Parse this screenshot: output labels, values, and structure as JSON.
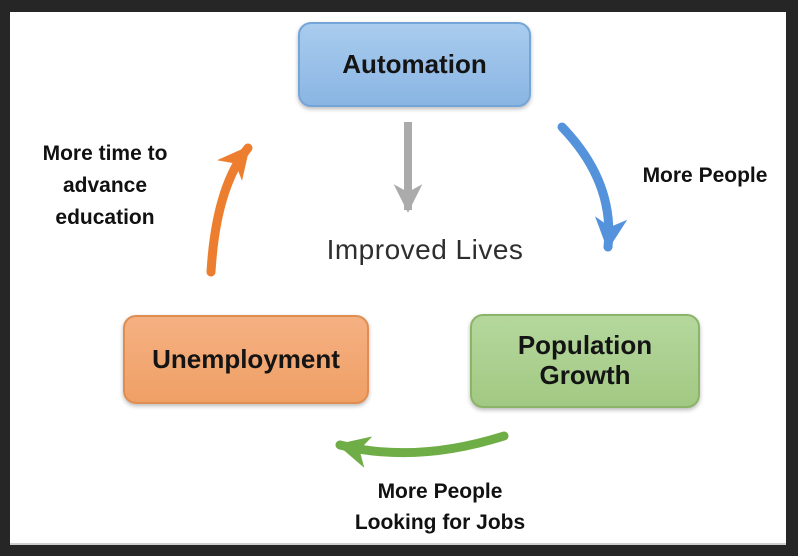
{
  "diagram": {
    "title": "Automation cycle diagram",
    "nodes": {
      "automation": {
        "label": "Automation",
        "fill": "#8ab5e3",
        "border": "#74a5d8"
      },
      "population_growth": {
        "label": "Population Growth",
        "fill": "#a2c983",
        "border": "#8bb468"
      },
      "unemployment": {
        "label": "Unemployment",
        "fill": "#efa065",
        "border": "#e08d52"
      }
    },
    "texts": {
      "improved_lives": "Improved Lives",
      "more_people": "More People",
      "education": "More time to\nadvance\neducation",
      "jobs": "More People\nLooking for Jobs"
    },
    "arrows": [
      {
        "name": "automation-to-improved-lives",
        "color": "#ababab",
        "style": "straight-down"
      },
      {
        "name": "automation-to-population-growth",
        "color": "#5493db",
        "style": "curved-right"
      },
      {
        "name": "population-growth-to-unemployment",
        "color": "#6fae46",
        "style": "curved-left"
      },
      {
        "name": "unemployment-to-automation",
        "color": "#ee7e2f",
        "style": "curved-up"
      }
    ],
    "colors": {
      "frame_background": "#262626",
      "canvas_background": "#ffffff",
      "text": "#111111"
    }
  }
}
